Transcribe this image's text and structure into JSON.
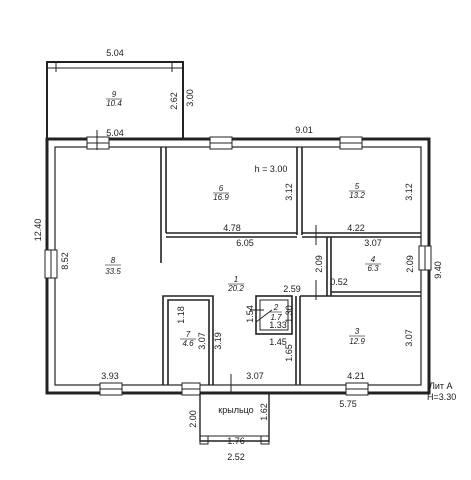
{
  "dimensions": {
    "veranda_width_top": "5.04",
    "veranda_depth_inner": "2.62",
    "veranda_depth_outer": "3.00",
    "veranda_width_bottom": "5.04",
    "house_width_top": "9.01",
    "house_height_left": "12.40",
    "room8_height": "8.52",
    "room6_height": "3.12",
    "room5_height": "3.12",
    "room6_width": "4.78",
    "room5_width": "4.22",
    "hall_width": "6.05",
    "room4_width": "3.07",
    "room4_height_left": "2.09",
    "room4_height_right": "2.09",
    "right_height": "9.40",
    "offset_052": "0.52",
    "hall_259": "2.59",
    "wc_154": "1.54",
    "wc_130": "1.30",
    "wc_133": "1.33",
    "room7_118": "1.18",
    "room7_307": "3.07",
    "room7_319": "3.19",
    "hall_145": "1.45",
    "hall_165": "1.65",
    "room3_height": "3.07",
    "room8_width_bottom": "3.93",
    "bottom_307": "3.07",
    "room3_width": "4.21",
    "bottom_575": "5.75",
    "porch_depth_left": "2.00",
    "porch_depth_right": "1.62",
    "porch_inner_width": "1.76",
    "porch_outer_width": "2.52"
  },
  "rooms": [
    {
      "number": "9",
      "area": "10.4"
    },
    {
      "number": "6",
      "area": "16.9"
    },
    {
      "number": "5",
      "area": "13.2"
    },
    {
      "number": "8",
      "area": "33.5"
    },
    {
      "number": "1",
      "area": "20.2"
    },
    {
      "number": "4",
      "area": "6.3"
    },
    {
      "number": "2",
      "area": "1.7"
    },
    {
      "number": "3",
      "area": "12.9"
    },
    {
      "number": "7",
      "area": "4.6"
    }
  ],
  "notes": {
    "ceiling_height": "h = 3.00",
    "porch": "крыльцо",
    "lit": "Лит А",
    "building_height": "H=3.30"
  },
  "colors": {
    "wall": "#222222",
    "text": "#1a1a1a"
  }
}
